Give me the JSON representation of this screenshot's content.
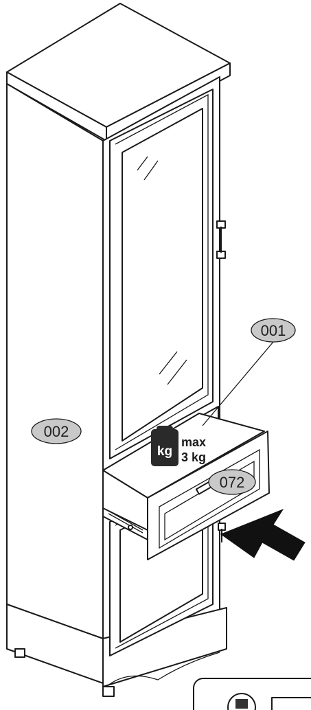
{
  "callouts": {
    "door_glass": "001",
    "side_panel": "002",
    "drawer": "072"
  },
  "weight_limit": {
    "icon_label": "kg",
    "line1": "max",
    "line2": "3 kg"
  },
  "colors": {
    "line": "#1a1a1a",
    "callout_fill": "#c9c9c9",
    "weight_icon": "#2a2a2a",
    "arrow": "#111111"
  },
  "icons": [
    "kg-weight-icon",
    "push-arrow-icon",
    "drawer-handle-icon",
    "door-handle-icon"
  ]
}
